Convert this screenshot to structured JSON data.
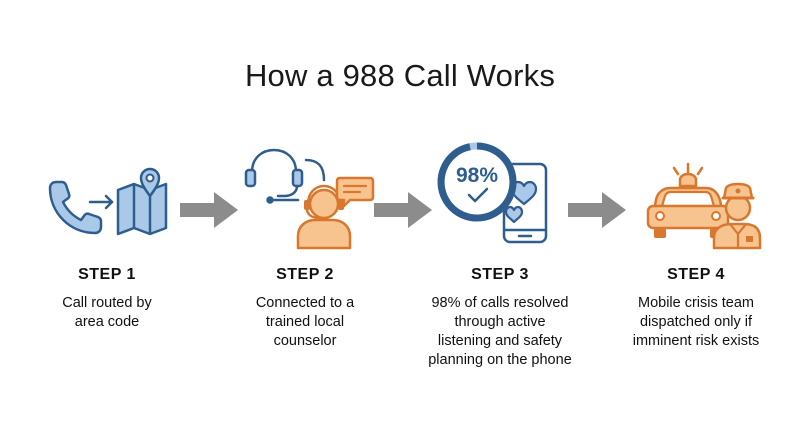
{
  "title": "How a 988 Call Works",
  "colors": {
    "blue_stroke": "#2e5d8e",
    "blue_fill": "#aac8e8",
    "orange_stroke": "#d9772f",
    "orange_fill": "#f7c38f",
    "arrow_gray": "#8c8c8c"
  },
  "steps": [
    {
      "title": "STEP 1",
      "description": "Call routed by\narea code",
      "icons": [
        "phone-icon",
        "arrow-right-icon",
        "map-icon",
        "location-pin-icon"
      ]
    },
    {
      "title": "STEP 2",
      "description": "Connected to a\ntrained local\ncounselor",
      "icons": [
        "headset-icon",
        "counselor-icon",
        "chat-bubble-icon"
      ]
    },
    {
      "title": "STEP 3",
      "description": "98% of calls resolved\nthrough active\nlistening and safety\nplanning on the phone",
      "badge_text": "98%",
      "icons": [
        "progress-ring-icon",
        "checkmark-icon",
        "smartphone-icon",
        "hearts-icon"
      ]
    },
    {
      "title": "STEP 4",
      "description": "Mobile crisis team\ndispatched only if\nimminent risk exists",
      "icons": [
        "police-car-icon",
        "siren-icon",
        "officer-icon"
      ]
    }
  ]
}
